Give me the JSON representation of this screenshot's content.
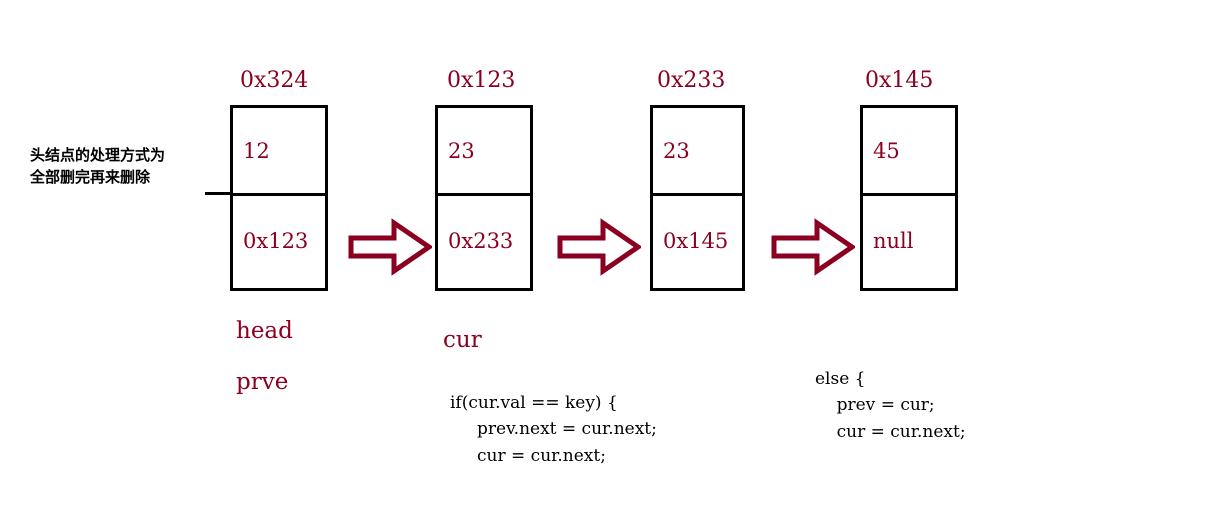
{
  "diagram": {
    "title": "linked-list node deletion walkthrough",
    "colors": {
      "node_border": "#000000",
      "text_red": "#8b0020",
      "arrow_outline": "#8b0020",
      "code_text": "#000000",
      "background": "#ffffff"
    },
    "annotation": {
      "line1": "头结点的处理方式为",
      "line2": "全部删完再来删除"
    },
    "nodes": [
      {
        "address": "0x324",
        "value": "12",
        "next": "0x123"
      },
      {
        "address": "0x123",
        "value": "23",
        "next": "0x233"
      },
      {
        "address": "0x233",
        "value": "23",
        "next": "0x145"
      },
      {
        "address": "0x145",
        "value": "45",
        "next": "null"
      }
    ],
    "pointers": [
      {
        "name": "head"
      },
      {
        "name": "prve"
      },
      {
        "name": "cur"
      }
    ],
    "arrows": [
      {
        "name": "arrow-1"
      },
      {
        "name": "arrow-2"
      },
      {
        "name": "arrow-3"
      }
    ],
    "code_blocks": {
      "if_block": "if(cur.val == key) {\n     prev.next = cur.next;\n     cur = cur.next;",
      "else_block": "else {\n    prev = cur;\n    cur = cur.next;"
    }
  }
}
